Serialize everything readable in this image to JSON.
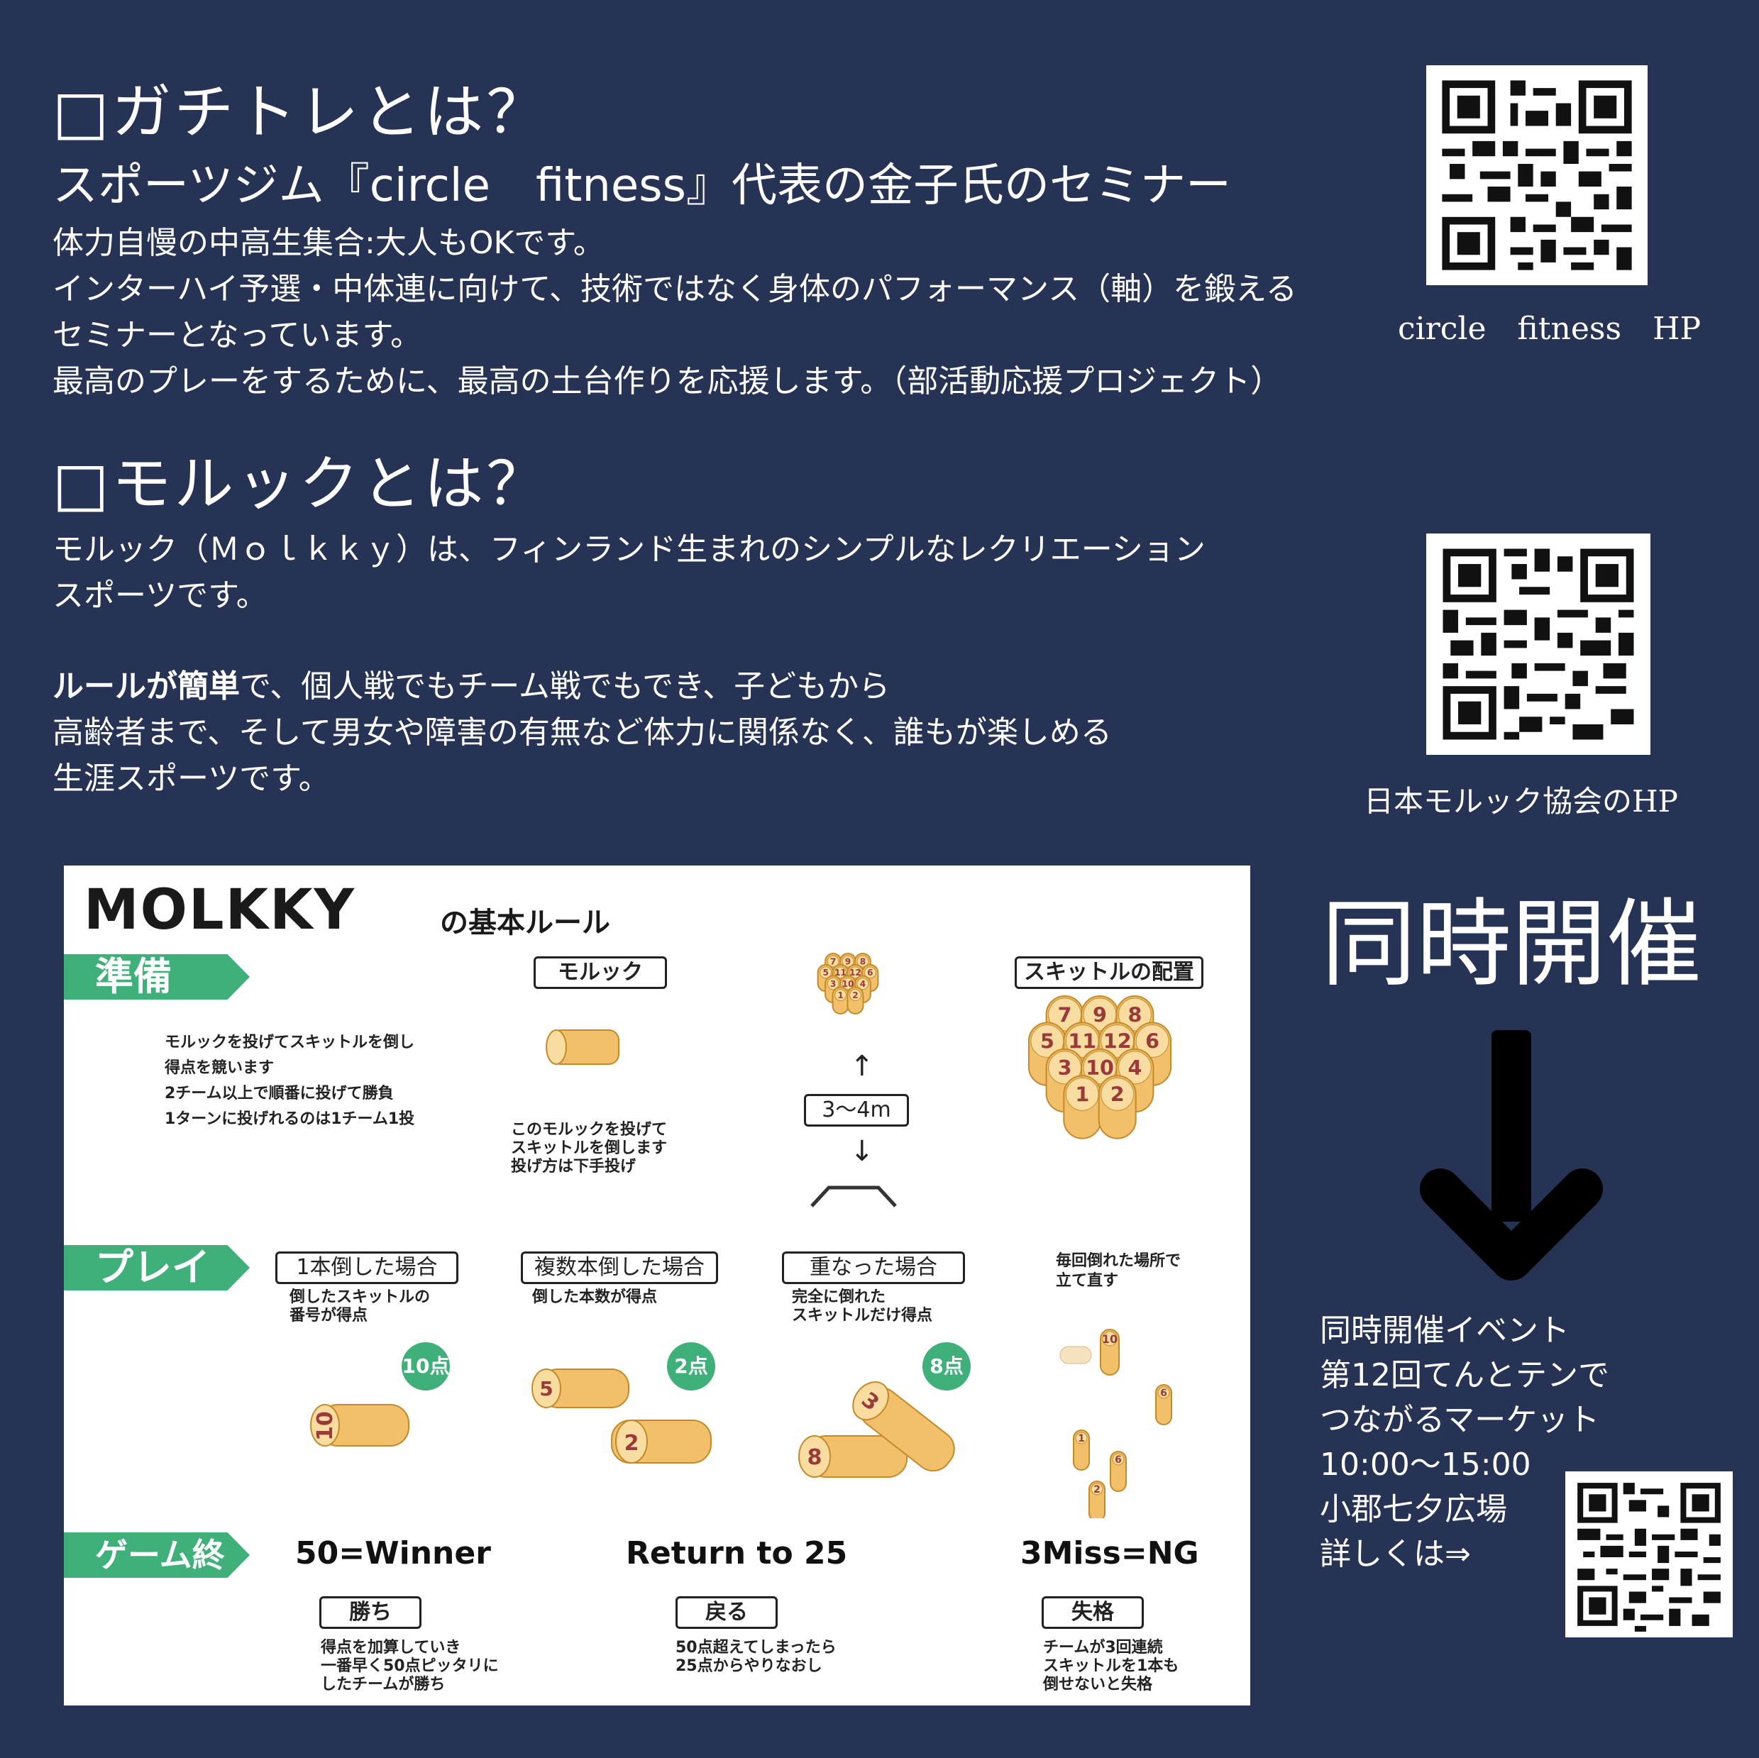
{
  "section1": {
    "heading": "□ガチトレとは？",
    "subheading": "スポーツジム『circle　fitness』代表の金子氏のセミナー",
    "lines": [
      "体力自慢の中高生集合:大人もOKです。",
      "インターハイ予選・中体連に向けて、技術ではなく身体のパフォーマンス（軸）を鍛える",
      "セミナーとなっています。",
      "最高のプレーをするために、最高の土台作りを応援します。（部活動応援プロジェクト）"
    ],
    "qr_caption": "circle　fitness　HP"
  },
  "section2": {
    "heading": "□モルックとは？",
    "lines": [
      "モルック（Ｍｏｌｋｋｙ）は、フィンランド生まれのシンプルなレクリエーション",
      "スポーツです。"
    ],
    "bold_phrase": "ルールが簡単",
    "line_rest": "で、個人戦でもチーム戦でもでき、子どもから",
    "lines2": [
      "高齢者まで、そして男女や障害の有無など体力に関係なく、誰もが楽しめる",
      "生涯スポーツです。"
    ],
    "qr_caption": "日本モルック協会のHP"
  },
  "rules": {
    "logo": "MOLKKY",
    "logo_suffix": "の基本ルール",
    "prep": {
      "band": "準備",
      "desc": [
        "モルックを投げてスキットルを倒し",
        "得点を競います",
        "2チーム以上で順番に投げて勝負",
        "1ターンに投げれるのは1チーム1投"
      ],
      "molkky_label": "モルック",
      "molkky_desc": [
        "このモルックを投げて",
        "スキットルを倒します",
        "投げ方は下手投げ"
      ],
      "distance": "3〜4m",
      "layout_label": "スキットルの配置",
      "pins_small": [
        "7",
        "9",
        "8",
        "5",
        "11",
        "12",
        "6",
        "3",
        "10",
        "4",
        "1",
        "2"
      ],
      "pins_big": [
        "7",
        "9",
        "8",
        "5",
        "11",
        "12",
        "6",
        "3",
        "10",
        "4",
        "1",
        "2"
      ]
    },
    "play": {
      "band": "プレイ",
      "case1_label": "1本倒した場合",
      "case1_desc": [
        "倒したスキットルの",
        "番号が得点"
      ],
      "case1_points": "10点",
      "case1_pin": "10",
      "case2_label": "複数本倒した場合",
      "case2_desc": [
        "倒した本数が得点"
      ],
      "case2_points": "2点",
      "case2_pins": [
        "5",
        "2"
      ],
      "case3_label": "重なった場合",
      "case3_desc": [
        "完全に倒れた",
        "スキットルだけ得点"
      ],
      "case3_points": "8点",
      "case3_pins": [
        "8",
        "3"
      ],
      "case4_desc": [
        "毎回倒れた場所で",
        "立て直す"
      ],
      "case4_pins": [
        "10",
        "10",
        "6",
        "1",
        "6",
        "2"
      ]
    },
    "end": {
      "band": "ゲーム終了",
      "win_title": "50=Winner",
      "win_label": "勝ち",
      "win_desc": [
        "得点を加算していき",
        "一番早く50点ピッタリに",
        "したチームが勝ち"
      ],
      "back_title": "Return to 25",
      "back_label": "戻る",
      "back_desc": [
        "50点超えてしまったら",
        "25点からやりなおし"
      ],
      "miss_title": "3Miss=NG",
      "miss_label": "失格",
      "miss_desc": [
        "チームが3回連続",
        "スキットルを1本も",
        "倒せないと失格"
      ]
    }
  },
  "event": {
    "heading": "同時開催",
    "lines": [
      "同時開催イベント",
      "第12回てんとテンで",
      "つながるマーケット",
      "10:00〜15:00",
      "小郡七夕広場",
      "詳しくは⇒"
    ]
  },
  "colors": {
    "background": "#263355",
    "accent_green": "#3fb07a",
    "pin_gold": "#f2c06a",
    "pin_number": "#9a3a3a"
  }
}
